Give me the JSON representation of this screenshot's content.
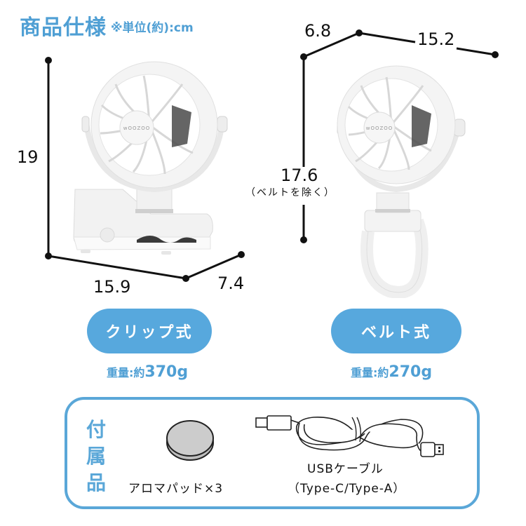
{
  "header": {
    "title": "商品仕様",
    "unit_note": "※単位(約):cm"
  },
  "clip_model": {
    "dimensions": {
      "height": "19",
      "width": "15.9",
      "depth": "7.4"
    },
    "type_label": "クリップ式",
    "weight_prefix": "重量:約",
    "weight_value": "370g"
  },
  "belt_model": {
    "dimensions": {
      "depth": "6.8",
      "width": "15.2",
      "height": "17.6",
      "height_note": "（ベルトを除く）"
    },
    "type_label": "ベルト式",
    "weight_prefix": "重量:約",
    "weight_value": "270g"
  },
  "accessories": {
    "title": "付属品",
    "items": [
      {
        "icon": "aroma-pad-icon",
        "label": "アロマパッド×3"
      },
      {
        "icon": "usb-cable-icon",
        "label": "USBケーブル",
        "sublabel": "（Type-C/Type-A）"
      }
    ]
  },
  "colors": {
    "accent": "#57a8dd",
    "text": "#111111"
  }
}
